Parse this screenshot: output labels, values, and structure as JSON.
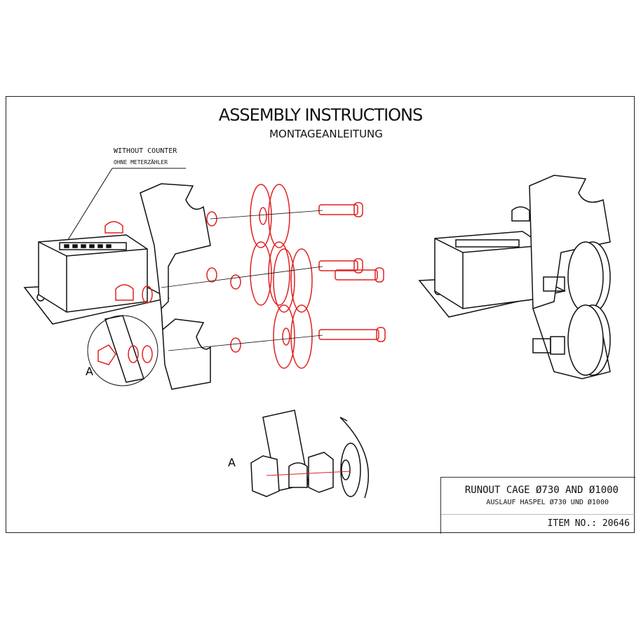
{
  "title": "ASSEMBLY INSTRUCTIONS",
  "subtitle": "MONTAGEANLEITUNG",
  "callout": {
    "line1": "WITHOUT COUNTER",
    "line2": "OHNE METERZÄHLER"
  },
  "detail_label": "A",
  "title_block": {
    "name_en": "RUNOUT CAGE Ø730 AND Ø1000",
    "name_de": "AUSLAUF HASPEL Ø730 UND Ø1000",
    "item_no": "ITEM NO.: 20646"
  },
  "colors": {
    "line": "#111111",
    "highlight": "#e02020"
  }
}
